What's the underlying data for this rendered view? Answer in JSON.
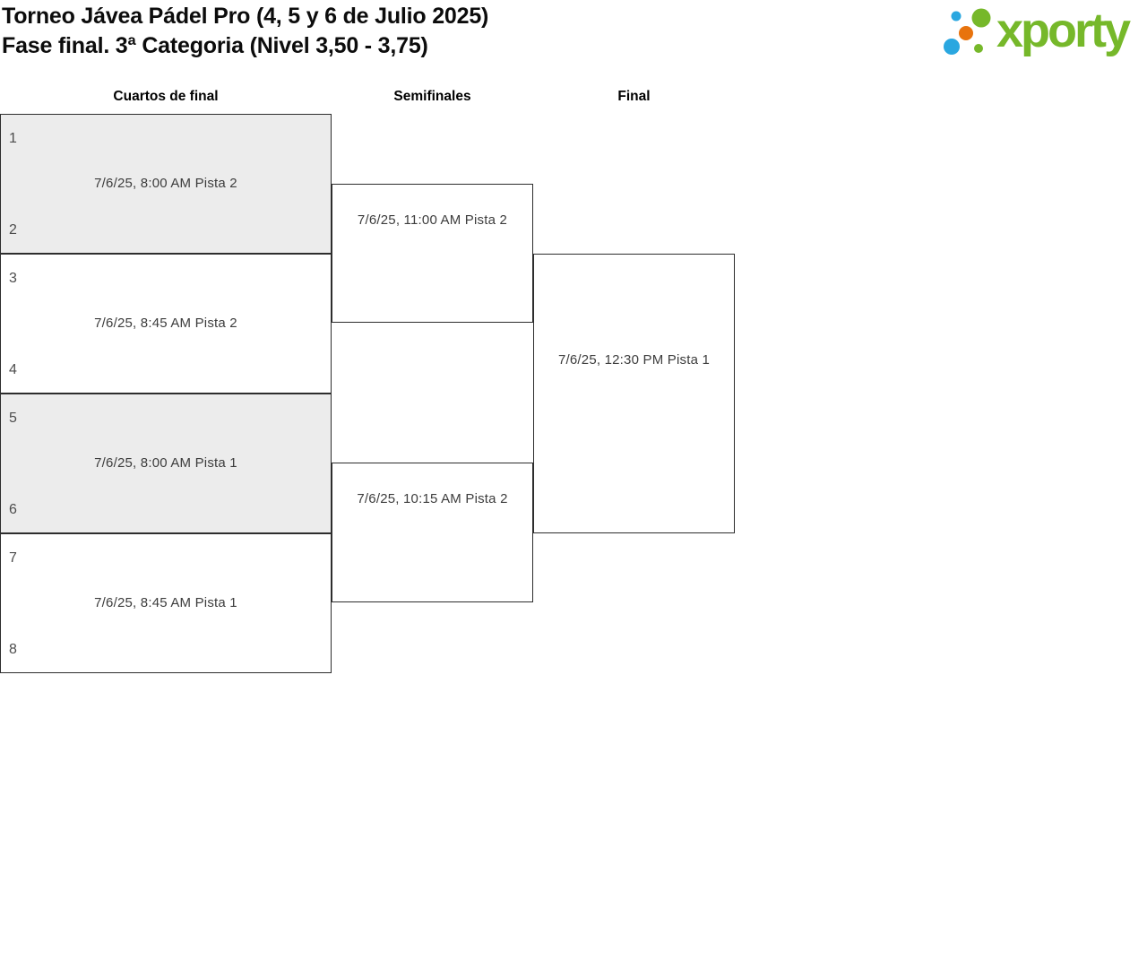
{
  "header": {
    "title_line1": "Torneo Jávea Pádel Pro (4, 5 y 6 de Julio 2025)",
    "title_line2": "Fase final. 3ª Categoria (Nivel 3,50 - 3,75)"
  },
  "logo": {
    "wordmark": "xporty",
    "colors": {
      "green": "#76b82a",
      "blue": "#2aa7e0",
      "orange": "#e8730d"
    }
  },
  "bracket": {
    "rounds": [
      {
        "label": "Cuartos de final",
        "matches": [
          {
            "slots": [
              "1",
              "2"
            ],
            "schedule": "7/6/25, 8:00 AM Pista 2"
          },
          {
            "slots": [
              "3",
              "4"
            ],
            "schedule": "7/6/25, 8:45 AM Pista 2"
          },
          {
            "slots": [
              "5",
              "6"
            ],
            "schedule": "7/6/25, 8:00 AM Pista 1"
          },
          {
            "slots": [
              "7",
              "8"
            ],
            "schedule": "7/6/25, 8:45 AM Pista 1"
          }
        ]
      },
      {
        "label": "Semifinales",
        "matches": [
          {
            "schedule": "7/6/25, 11:00 AM Pista 2"
          },
          {
            "schedule": "7/6/25, 10:15 AM Pista 2"
          }
        ]
      },
      {
        "label": "Final",
        "matches": [
          {
            "schedule": "7/6/25, 12:30 PM Pista 1"
          }
        ]
      }
    ]
  }
}
